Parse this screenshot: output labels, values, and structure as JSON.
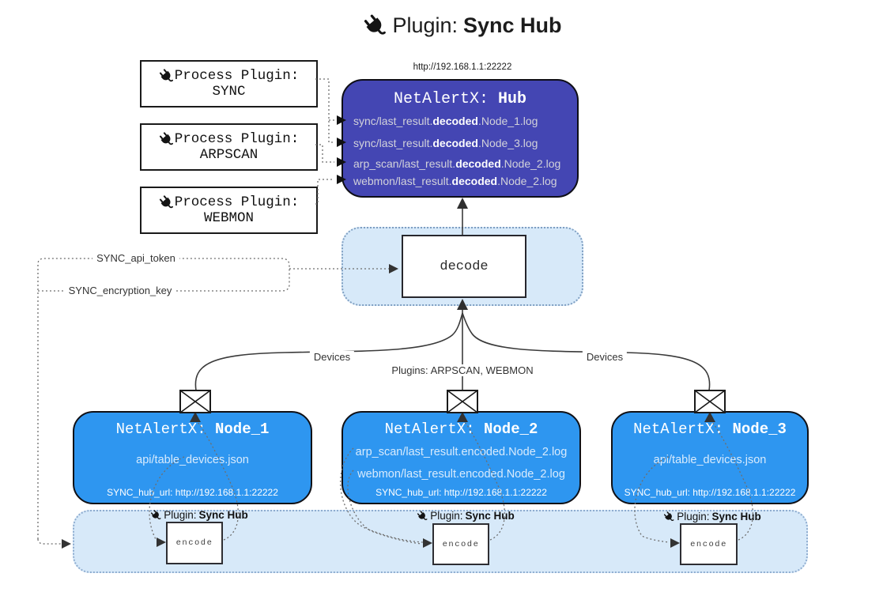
{
  "title": {
    "icon": "plug-icon",
    "prefix": "Plugin: ",
    "bold": "Sync Hub"
  },
  "hub": {
    "url": "http://192.168.1.1:22222",
    "title_prefix": "NetAlertX: ",
    "title_bold": "Hub",
    "lines": [
      {
        "prefix": "sync/last_result.",
        "bold": "decoded",
        "suffix": ".Node_1.log"
      },
      {
        "prefix": "sync/last_result.",
        "bold": "decoded",
        "suffix": ".Node_3.log"
      },
      {
        "prefix": "arp_scan/last_result.",
        "bold": "decoded",
        "suffix": ".Node_2.log"
      },
      {
        "prefix": "webmon/last_result.",
        "bold": "decoded",
        "suffix": ".Node_2.log"
      }
    ]
  },
  "process_plugins": [
    {
      "icon": "plug-icon",
      "label": "Process Plugin:",
      "name": "SYNC"
    },
    {
      "icon": "plug-icon",
      "label": "Process Plugin:",
      "name": "ARPSCAN"
    },
    {
      "icon": "plug-icon",
      "label": "Process Plugin:",
      "name": "WEBMON"
    }
  ],
  "settings": {
    "api_token": "SYNC_api_token",
    "encryption_key": "SYNC_encryption_key"
  },
  "edges": {
    "devices_left": "Devices",
    "devices_right": "Devices",
    "plugins_mid": "Plugins: ARPSCAN, WEBMON"
  },
  "decode_label": "decode",
  "encode_label": "encode",
  "band": {
    "icon": "plug-icon",
    "plugin_prefix": "Plugin: ",
    "plugin_bold": "Sync Hub"
  },
  "nodes": [
    {
      "title_prefix": "NetAlertX: ",
      "title_bold": "Node_1",
      "lines": [
        "api/table_devices.json"
      ],
      "footer": "SYNC_hub_url: http://192.168.1.1:22222"
    },
    {
      "title_prefix": "NetAlertX: ",
      "title_bold": "Node_2",
      "lines": [
        "arp_scan/last_result.encoded.Node_2.log",
        "webmon/last_result.encoded.Node_2.log"
      ],
      "footer": "SYNC_hub_url: http://192.168.1.1:22222"
    },
    {
      "title_prefix": "NetAlertX: ",
      "title_bold": "Node_3",
      "lines": [
        "api/table_devices.json"
      ],
      "footer": "SYNC_hub_url: http://192.168.1.1:22222"
    }
  ],
  "icons": {
    "envelope": "envelope-icon",
    "plug": "plug-icon"
  },
  "colors": {
    "hub_fill": "#4446b3",
    "node_fill": "#2e96f0",
    "panel_fill": "#d7e9f9",
    "panel_border": "#8fadd0",
    "line": "#3a3a3a",
    "dotted": "#6e6e6e"
  }
}
